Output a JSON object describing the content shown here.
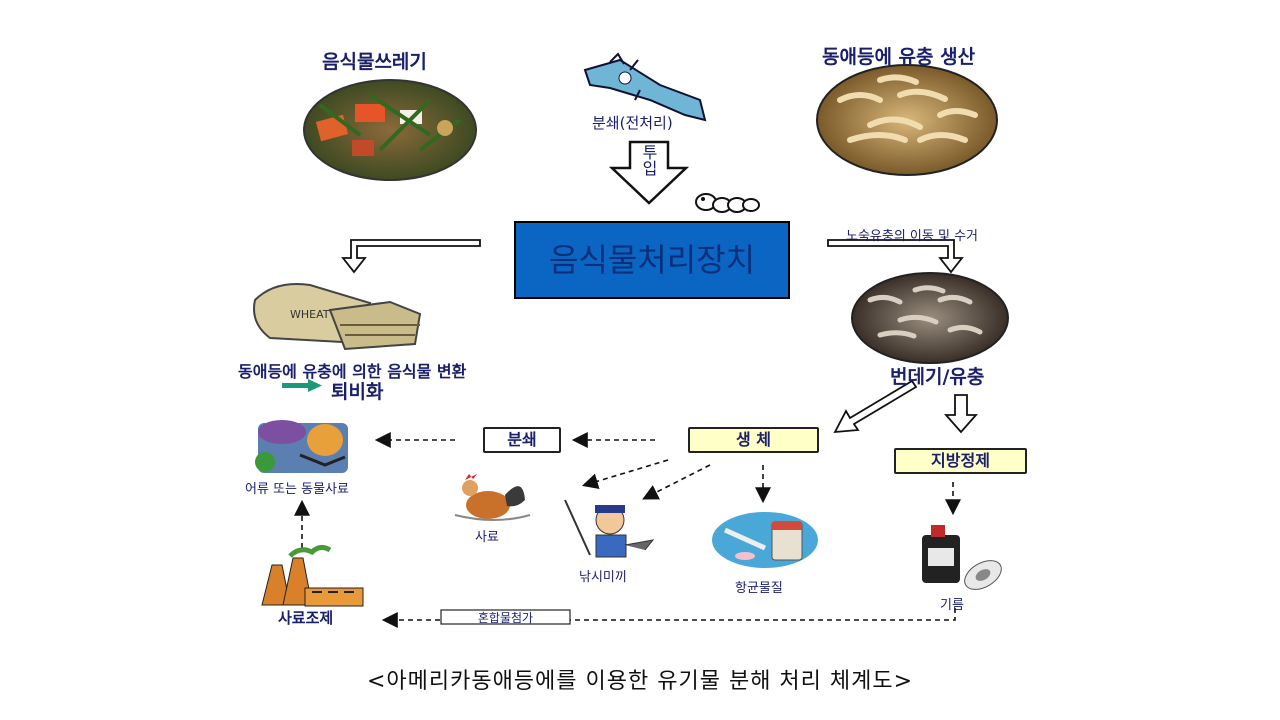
{
  "top": {
    "food_waste": "음식물쓰레기",
    "shred_pre": "분쇄(전처리)",
    "insert": "투입",
    "larva_production": "동애등에 유충 생산"
  },
  "main": {
    "device": "음식물처리장치",
    "collect": "노숙유충의 이동 및 수거"
  },
  "left": {
    "conversion": "동애등에 유충에 의한 음식물 변환",
    "compost": "퇴비화"
  },
  "right": {
    "pupa_larva": "번데기/유충"
  },
  "process": {
    "shred": "분쇄",
    "living": "생 체",
    "fat_removal": "지방정제"
  },
  "products": {
    "fish_feed": "어류 또는 동물사료",
    "feed": "사료",
    "bait": "낚시미끼",
    "antibiotic": "항균물질",
    "oil": "기름",
    "feed_manufacture": "사료조제",
    "mixture": "혼합물첨가"
  },
  "caption": "<아메리카동애등에를 이용한 유기물 분해 처리 체계도>",
  "colors": {
    "main_box": "#0a66c2",
    "label_text": "#1a1f6b",
    "yellow_box": "#ffffc8",
    "compost_arrow": "#1a9a7a"
  }
}
